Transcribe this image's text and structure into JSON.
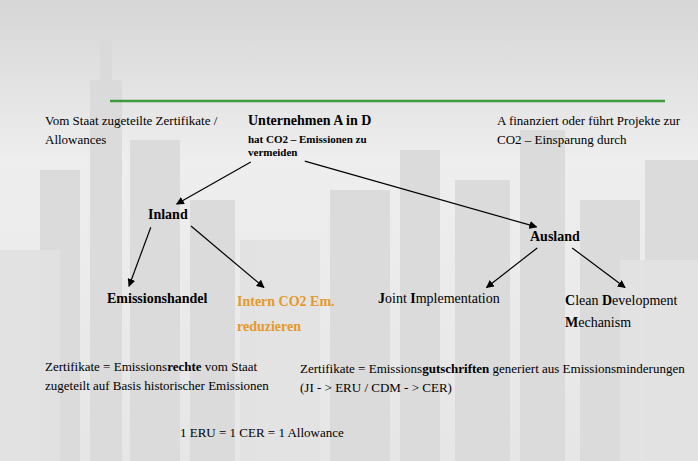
{
  "diagram": {
    "nodes": [
      {
        "text": [
          "Unternehmen A in D",
          "hat CO2 – Emissionen zu vermeiden"
        ]
      },
      {
        "text": [
          "Inland"
        ]
      },
      {
        "text": [
          "Ausland"
        ]
      },
      {
        "text": [
          "Emissionshandel"
        ]
      },
      {
        "text": [
          "Intern CO2 Em. reduzieren"
        ]
      },
      {
        "text": [
          "Joint Implementation"
        ]
      },
      {
        "text": [
          "Clean Development Mechanism"
        ]
      }
    ],
    "edges": [
      {
        "from": 0,
        "to": 1,
        "arrow": "to"
      },
      {
        "from": 0,
        "to": 2,
        "arrow": "to"
      },
      {
        "from": 1,
        "to": 3,
        "arrow": "to"
      },
      {
        "from": 1,
        "to": 4,
        "arrow": "to"
      },
      {
        "from": 2,
        "to": 5,
        "arrow": "to"
      },
      {
        "from": 2,
        "to": 6,
        "arrow": "to"
      }
    ],
    "labels": [
      "Vom Staat zugeteilte Zertifikate / Allowances",
      "A finanziert oder führt Projekte zur CO2 – Einsparung durch",
      "Zertifikate = Emissionsrechte vom Staat zugeteilt auf Basis historischer Emissionen",
      "Zertifikate = Emissionsgutschriften generiert aus Emissionsminderungen (JI - > ERU / CDM - > CER)",
      "1 ERU = 1 CER = 1 Allowance"
    ]
  }
}
